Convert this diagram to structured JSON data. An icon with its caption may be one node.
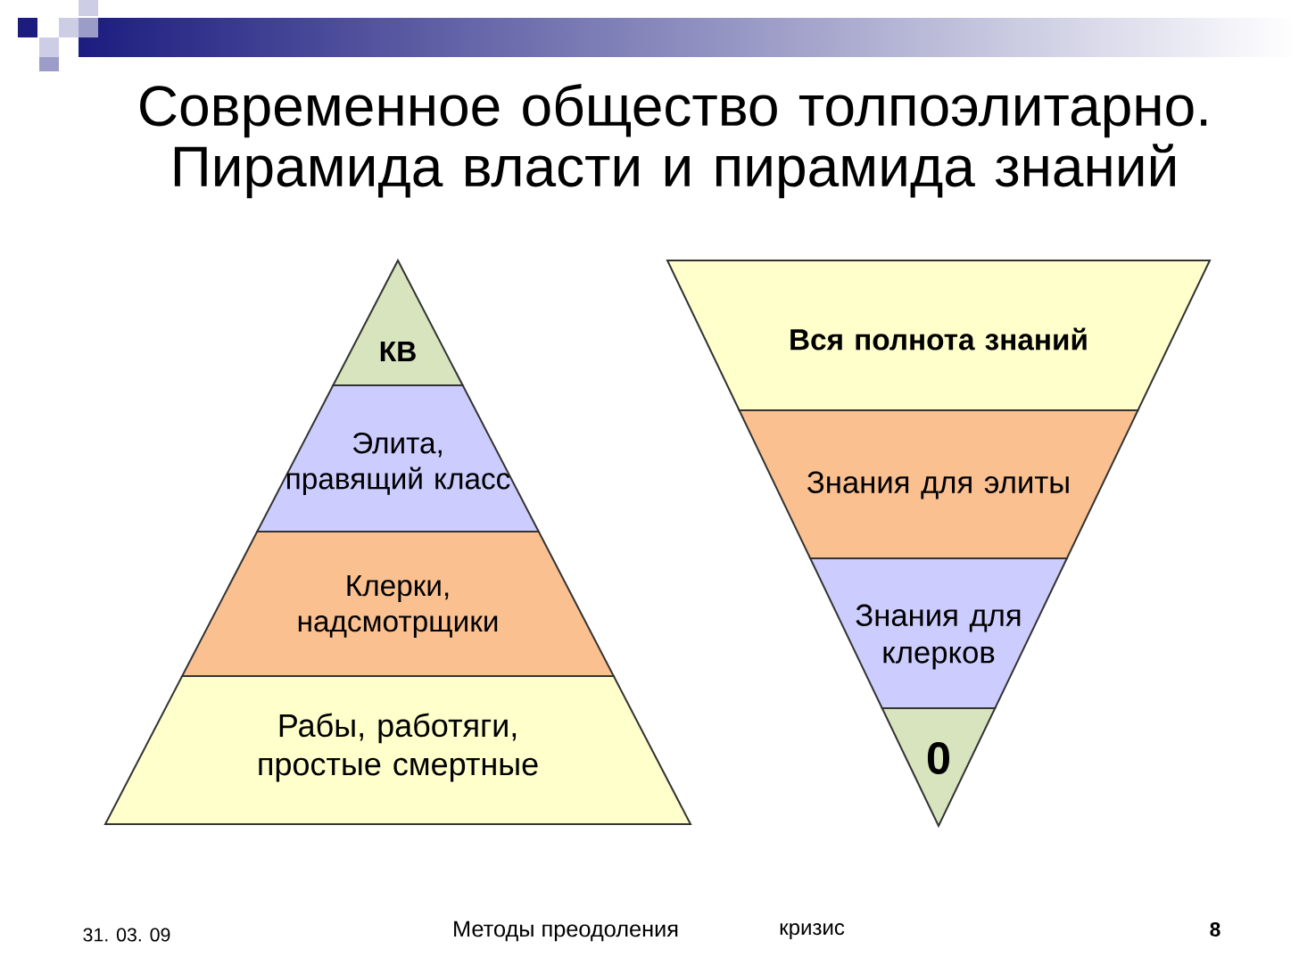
{
  "diagram": {
    "title": "Современное общество толпоэлитарно. Пирамида власти и пирамида знаний",
    "nodes": [
      {
        "text": [
          "КВ"
        ]
      },
      {
        "text": [
          "Элита, правящий класс"
        ]
      },
      {
        "text": [
          "Клерки, надсмотрщики"
        ]
      },
      {
        "text": [
          "Рабы, работяги, простые смертные"
        ]
      },
      {
        "text": [
          "Вся полнота знаний"
        ]
      },
      {
        "text": [
          "Знания для элиты"
        ]
      },
      {
        "text": [
          "Знания для клерков"
        ]
      },
      {
        "text": [
          "0"
        ]
      }
    ],
    "labels": [
      "31. 03. 09",
      "Методы преодоления",
      "кризис",
      "8"
    ]
  }
}
